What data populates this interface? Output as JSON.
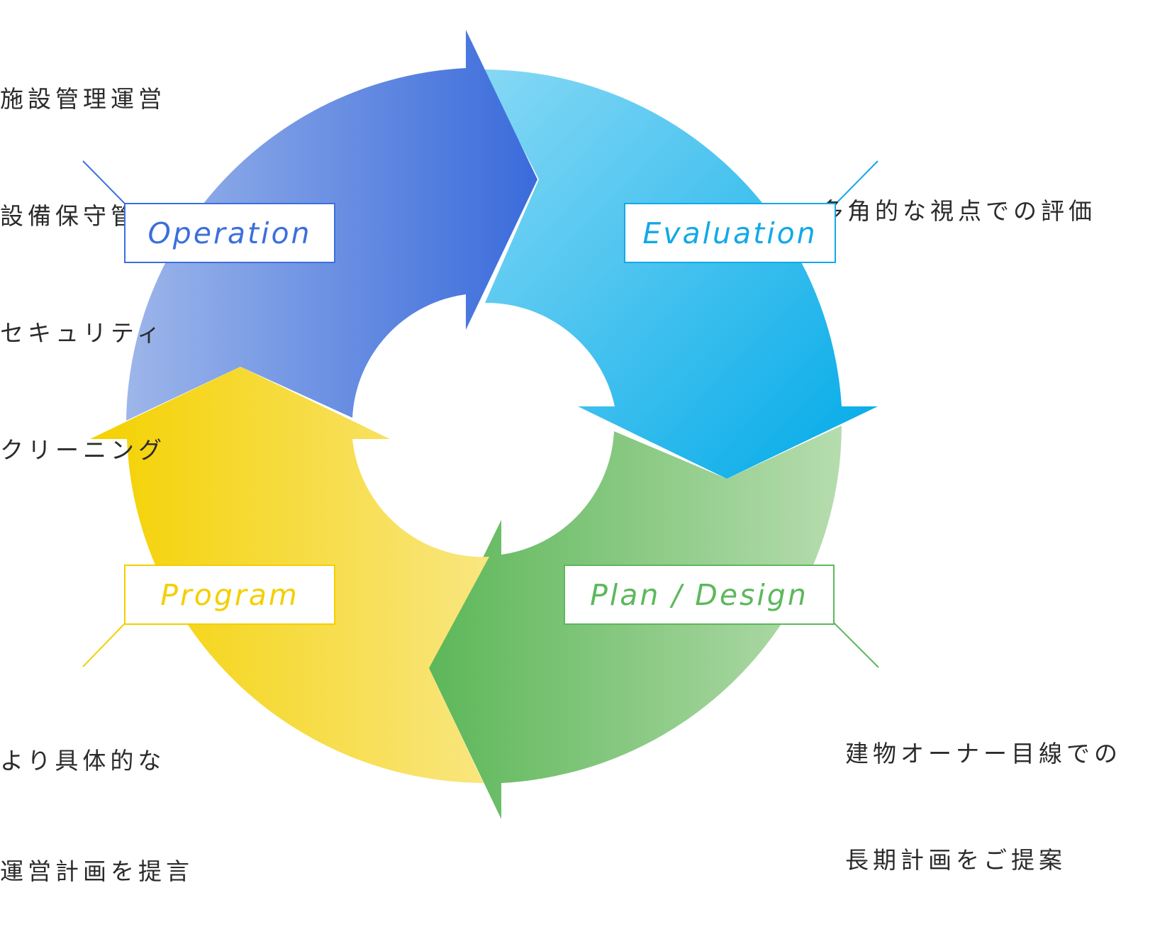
{
  "diagram": {
    "type": "cycle",
    "stages": [
      {
        "id": "operation",
        "label": "Operation",
        "color": "#3c6fdc",
        "gradient": [
          "#9bb4ea",
          "#3a6ddc"
        ],
        "description": [
          "施設管理運営",
          "設備保守管理",
          "セキュリティ",
          "クリーニング"
        ]
      },
      {
        "id": "evaluation",
        "label": "Evaluation",
        "color": "#12a9e6",
        "gradient": [
          "#7fd6f4",
          "#04ace8"
        ],
        "description": [
          "多角的な視点での評価"
        ]
      },
      {
        "id": "plan-design",
        "label": "Plan / Design",
        "color": "#5cb85c",
        "gradient": [
          "#5eb75a",
          "#b4dcab"
        ],
        "description": [
          "建物オーナー目線での",
          "長期計画をご提案"
        ]
      },
      {
        "id": "program",
        "label": "Program",
        "color": "#f4cf00",
        "gradient": [
          "#f4d20a",
          "#f9e47c"
        ],
        "description": [
          "より具体的な",
          "運営計画を提言"
        ]
      }
    ],
    "flow": [
      "Operation",
      "Evaluation",
      "Plan / Design",
      "Program"
    ]
  }
}
